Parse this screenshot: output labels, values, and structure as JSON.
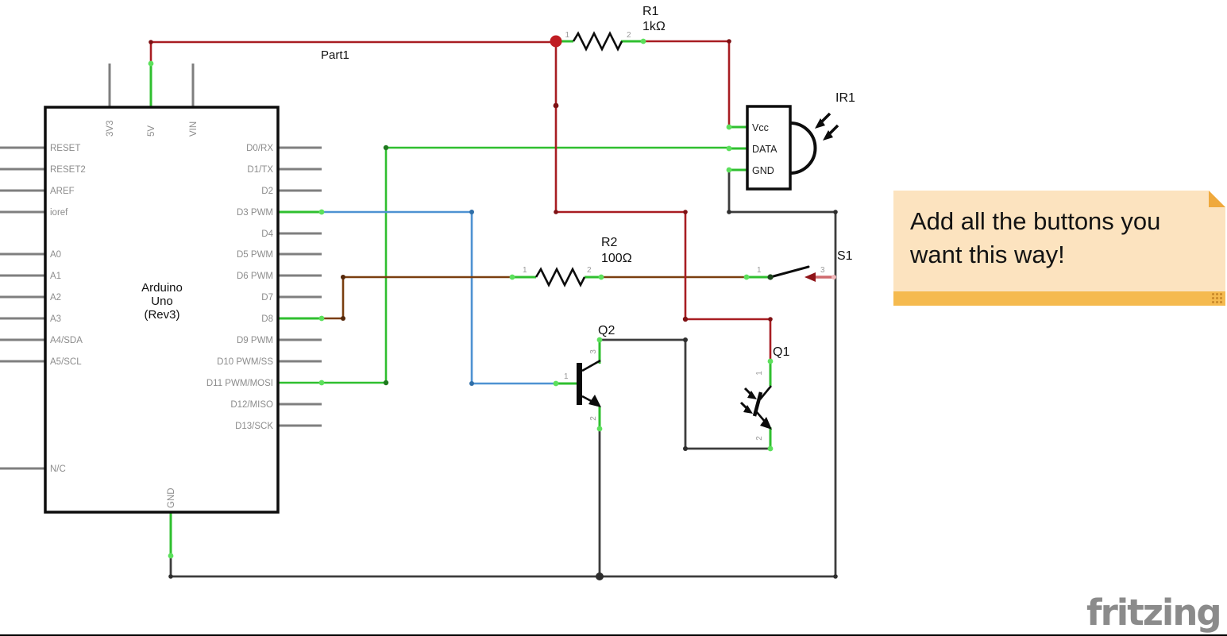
{
  "watermark": {
    "text": "fritzing"
  },
  "sticky_note": {
    "line1": "Add all the buttons you",
    "line2": "want this way!",
    "body_color": "#fce3bf",
    "bar_color": "#f5ba4f",
    "fold_color": "#efa93d"
  },
  "arduino": {
    "title_line1": "Arduino",
    "title_line2": "Uno",
    "title_line3": "(Rev3)",
    "left_pins": [
      "RESET",
      "RESET2",
      "AREF",
      "ioref",
      "A0",
      "A1",
      "A2",
      "A3",
      "A4/SDA",
      "A5/SCL",
      "N/C"
    ],
    "right_pins": [
      "D0/RX",
      "D1/TX",
      "D2",
      "D3 PWM",
      "D4",
      "D5 PWM",
      "D6 PWM",
      "D7",
      "D8",
      "D9 PWM",
      "D10 PWM/SS",
      "D11 PWM/MOSI",
      "D12/MISO",
      "D13/SCK"
    ],
    "top_pins": [
      "3V3",
      "5V",
      "VIN"
    ],
    "bottom_pin": "GND"
  },
  "part1": {
    "label": "Part1"
  },
  "r1": {
    "label": "R1",
    "value": "1kΩ",
    "pin1": "1",
    "pin2": "2"
  },
  "r2": {
    "label": "R2",
    "value": "100Ω",
    "pin1": "1",
    "pin2": "2"
  },
  "ir1": {
    "label": "IR1",
    "pin_vcc": "Vcc",
    "pin_data": "DATA",
    "pin_gnd": "GND"
  },
  "s1": {
    "label": "S1",
    "pin1": "1",
    "pin3": "3"
  },
  "q1": {
    "label": "Q1",
    "pin1": "1",
    "pin2": "2"
  },
  "q2": {
    "label": "Q2",
    "pin1": "1",
    "pin2": "2",
    "pin3": "3"
  },
  "wire_colors": {
    "red": "#a81d22",
    "green": "#2fbf2f",
    "blue": "#4e92d2",
    "brown": "#7a3e0f",
    "dark_gray": "#3d3d3d",
    "lead_gray": "#7f7f7f"
  }
}
